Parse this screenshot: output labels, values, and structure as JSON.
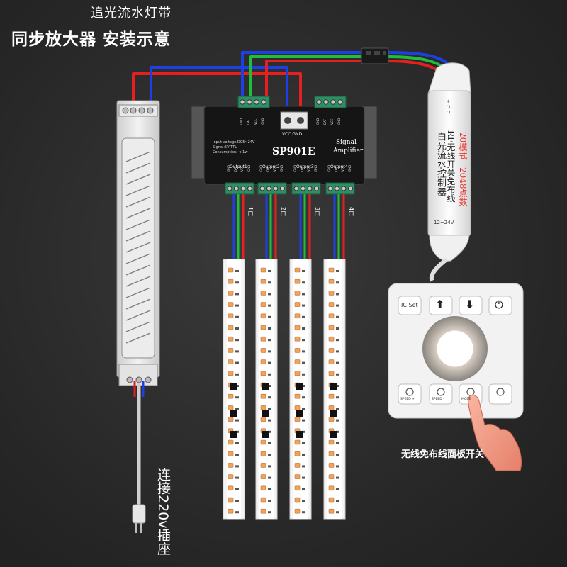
{
  "header": {
    "title": "追光流水灯带",
    "subtitle": "同步放大器 安装示意"
  },
  "amplifier": {
    "model": "SP901E",
    "label_line1": "Signal",
    "label_line2": "Amplifier",
    "spec_voltage": "Input voltage:DC5~24V",
    "spec_signal": "Signal:5V TTL",
    "spec_consumption": "Consumption: < 1w",
    "terminal_label": "VCC GND",
    "input_pins": [
      "GND",
      "DAT",
      "VCC",
      "GND"
    ],
    "outputs": [
      {
        "label": "Output1",
        "pins": [
          "GND",
          "DAT",
          "VCC",
          "GND"
        ],
        "tag": "1口"
      },
      {
        "label": "Output2",
        "pins": [
          "GND",
          "DAT",
          "VCC",
          "GND"
        ],
        "tag": "2口"
      },
      {
        "label": "Output3",
        "pins": [
          "GND",
          "DAT",
          "VCC",
          "GND"
        ],
        "tag": "3口"
      },
      {
        "label": "Output4",
        "pins": [
          "GND",
          "DAT",
          "VCC",
          "GND"
        ],
        "tag": "4口"
      }
    ]
  },
  "controller": {
    "line1": "白光流水控制器",
    "line2": "RF无线开关免布线",
    "line3a": "20模式",
    "line3b": "2048点数",
    "voltage": "12~24V",
    "pins": "+ D C",
    "accent_color": "#e8322b"
  },
  "panel": {
    "ic_set": "IC Set",
    "up_symbol": "⬆",
    "down_symbol": "⬇",
    "power_symbol": "⏻",
    "buttons": [
      "SPEED +",
      "SPEED -",
      "MODE",
      ""
    ],
    "caption": "无线免布线面板开关"
  },
  "power_supply": {
    "plug_caption": "连接220v插座"
  },
  "colors": {
    "wire_red": "#e62020",
    "wire_green": "#1fbf3a",
    "wire_blue": "#1e3fe6",
    "led_amber": "#f2a25a",
    "strip_white": "#f4f4f4"
  },
  "strips": {
    "count": 4
  }
}
